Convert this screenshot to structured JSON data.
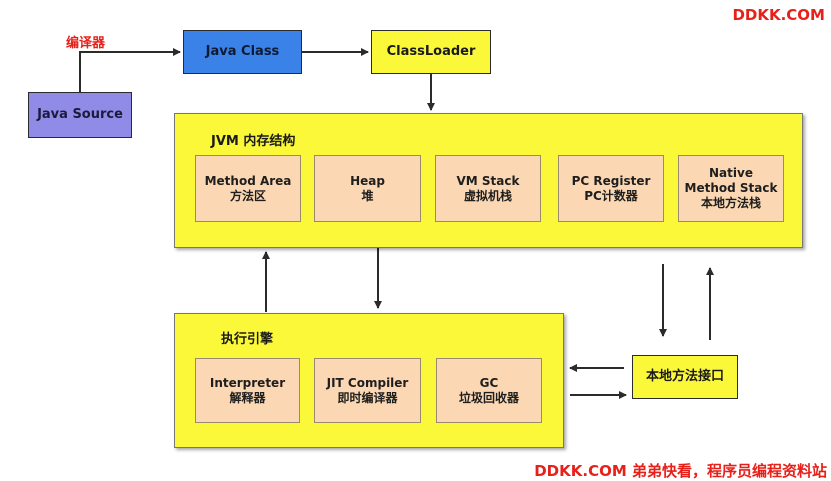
{
  "watermark_top": "DDKK.COM",
  "watermark_bottom": "DDKK.COM 弟弟快看，程序员编程资料站",
  "compile_label": "编译器",
  "nodes": {
    "java_source": "Java Source",
    "java_class": "Java Class",
    "class_loader": "ClassLoader",
    "native_interface": "本地方法接口"
  },
  "jvm": {
    "title": "JVM 内存结构",
    "areas": [
      {
        "en": "Method Area",
        "zh": "方法区"
      },
      {
        "en": "Heap",
        "zh": "堆"
      },
      {
        "en": "VM Stack",
        "zh": "虚拟机栈"
      },
      {
        "en": "PC Register",
        "zh": "PC计数器"
      },
      {
        "en": "Native\nMethod Stack",
        "zh": "本地方法栈"
      }
    ]
  },
  "engine": {
    "title": "执行引擎",
    "parts": [
      {
        "en": "Interpreter",
        "zh": "解释器"
      },
      {
        "en": "JIT Compiler",
        "zh": "即时编译器"
      },
      {
        "en": "GC",
        "zh": "垃圾回收器"
      }
    ]
  },
  "colors": {
    "yellow": "#fbf83a",
    "inner": "#fbd8b3",
    "blue": "#3b82e8",
    "purple": "#8f8be6",
    "red": "#e8201a"
  }
}
